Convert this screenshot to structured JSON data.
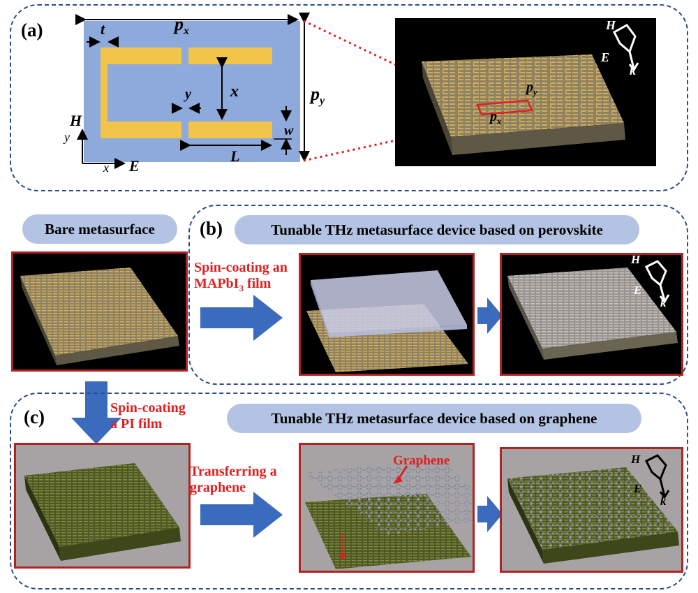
{
  "panel_a": {
    "tag": "(a)",
    "dims": {
      "t": "t",
      "px": "p",
      "px_sub": "x",
      "py": "p",
      "py_sub": "y",
      "x": "x",
      "y": "y",
      "w": "w",
      "L": "L"
    },
    "axes": {
      "H": "H",
      "y": "y",
      "x": "x",
      "E": "E"
    },
    "inset": {
      "H": "H",
      "E": "E",
      "k": "k",
      "py": "p",
      "py_sub": "y",
      "px": "p",
      "px_sub": "x"
    }
  },
  "bare": {
    "label": "Bare metasurface"
  },
  "panel_b": {
    "tag": "(b)",
    "title": "Tunable THz metasurface device based on perovskite",
    "step_line1": "Spin-coating an",
    "step_line2_pre": "MAPbI",
    "step_line2_sub": "3",
    "step_line2_post": " film",
    "icon": {
      "H": "H",
      "E": "E",
      "k": "k"
    }
  },
  "panel_c": {
    "tag": "(c)",
    "title": "Tunable THz metasurface device based on graphene",
    "step1_line1": "Spin-coating",
    "step1_line2": "a PI film",
    "step2_line1": "Transferring a",
    "step2_line2": "graphene",
    "graphene_label": "Graphene",
    "icon": {
      "H": "H",
      "E": "E",
      "k": "k"
    }
  },
  "colors": {
    "panel_border": "#2d4a8a",
    "pill": "#b3c3e3",
    "step_text": "#e02020",
    "arrow": "#3b6bbd",
    "gold": "#f2c44a",
    "unit_cell_bg": "#8ea9db",
    "frame": "#b22222"
  }
}
